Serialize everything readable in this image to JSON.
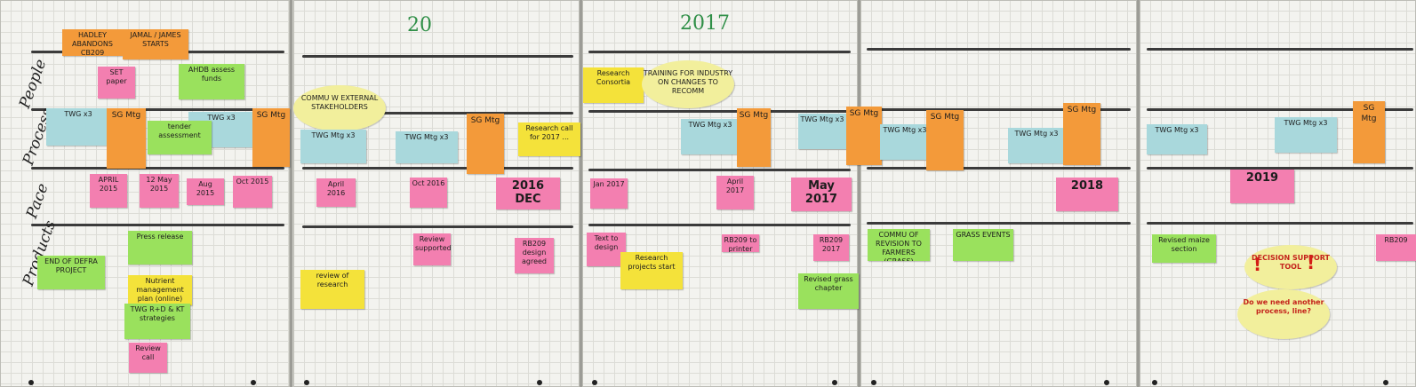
{
  "header": {
    "year_left": "20",
    "year_right": "2017"
  },
  "row_labels": [
    "People",
    "Process",
    "Pace",
    "Products"
  ],
  "notes": {
    "hadley": "HADLEY ABANDONS CB209",
    "jamal": "JAMAL / JAMES STARTS",
    "set_paper": "SET paper",
    "ahdb": "AHDB assess funds",
    "twg_x3_a": "TWG x3",
    "sg_mtg_a": "SG Mtg",
    "tender": "tender assessment",
    "twg_x3_b": "TWG x3",
    "sg_mtg_b": "SG Mtg",
    "april2015": "APRIL 2015",
    "may2015": "12 May 2015",
    "aug2015": "Aug 2015",
    "oct2015": "Oct 2015",
    "press_release": "Press release",
    "end_defra": "END OF DEFRA PROJECT",
    "nutrient": "Nutrient management plan (online)",
    "twg_rd": "TWG R+D & KT strategies",
    "review_call": "Review call",
    "commu_external": "COMMU W EXTERNAL STAKEHOLDERS",
    "twg_mtg_x3_a": "TWG Mtg x3",
    "twg_mtg_x3_b": "TWG Mtg x3",
    "sg_mtg_c": "SG Mtg",
    "research_call": "Research call for 2017 ...",
    "april2016": "April 2016",
    "oct2016": "Oct 2016",
    "dec2016": "2016 DEC",
    "review_supported": "Review supported",
    "rb209_design": "RB209 design agreed",
    "review_research": "review of research",
    "research_consortia": "Research Consortia",
    "training": "TRAINING FOR INDUSTRY ON CHANGES TO RECOMM",
    "twg_mtg_x3_c": "TWG Mtg x3",
    "sg_mtg_d": "SG Mtg",
    "twg_mtg_x3_d": "TWG Mtg x3",
    "sg_mtg_e": "SG Mtg",
    "jan2017": "Jan 2017",
    "april2017": "April 2017",
    "may2017": "May 2017",
    "text_design": "Text to design",
    "research_projects": "Research projects start",
    "rb209_printer": "RB209 to printer",
    "rb209_2017": "RB209 2017",
    "revised_grass": "Revised grass chapter",
    "twg_mtg_x3_e": "TWG Mtg x3",
    "sg_mtg_f": "SG Mtg",
    "twg_mtg_x3_f": "TWG Mtg x3",
    "sg_mtg_g": "SG Mtg",
    "year2018": "2018",
    "commu_revision": "COMMU OF REVISION TO FARMERS (GRASS)",
    "grass_events": "GRASS EVENTS",
    "twg_mtg_x3_g": "TWG Mtg x3",
    "twg_mtg_x3_h": "TWG Mtg x3",
    "sg_mtg_h": "SG Mtg",
    "year2019": "2019",
    "revised_maize": "Revised maize section",
    "decision_support": "DECISION SUPPORT TOOL",
    "process_line": "Do we need another process, line?",
    "rb209_edge": "RB209"
  }
}
